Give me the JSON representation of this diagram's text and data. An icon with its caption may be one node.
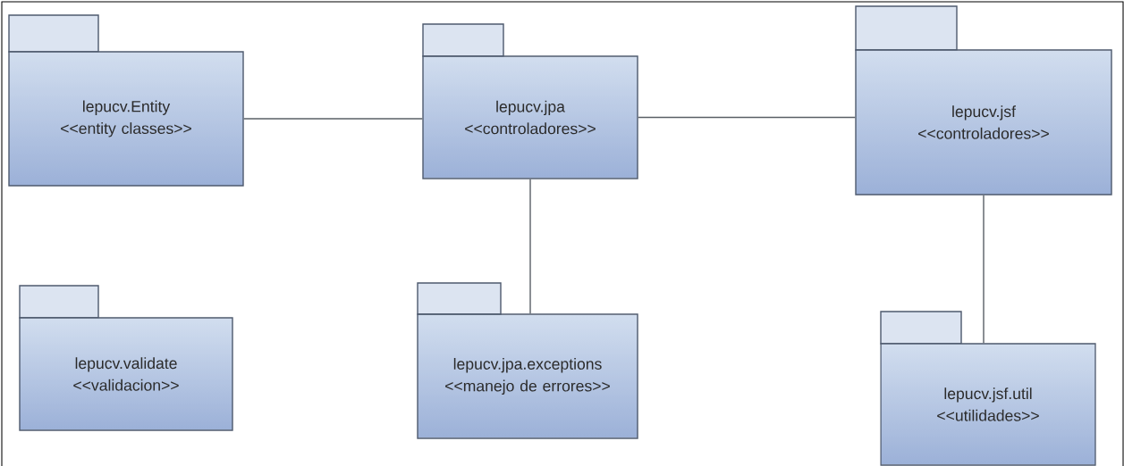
{
  "diagram": {
    "nodes": [
      {
        "text": [
          "lepucv.Entity",
          "<<entity classes>>"
        ]
      },
      {
        "text": [
          "lepucv.jpa",
          "<<controladores>>"
        ]
      },
      {
        "text": [
          "lepucv.jsf",
          "<<controladores>>"
        ]
      },
      {
        "text": [
          "lepucv.validate",
          "<<validacion>>"
        ]
      },
      {
        "text": [
          "lepucv.jpa.exceptions",
          "<<manejo de errores>>"
        ]
      },
      {
        "text": [
          "lepucv.jsf.util",
          "<<utilidades>>"
        ]
      }
    ],
    "edges": [
      {
        "from": 0,
        "to": 1,
        "arrow": "none"
      },
      {
        "from": 1,
        "to": 2,
        "arrow": "none"
      },
      {
        "from": 1,
        "to": 4,
        "arrow": "none"
      },
      {
        "from": 2,
        "to": 5,
        "arrow": "none"
      }
    ]
  }
}
